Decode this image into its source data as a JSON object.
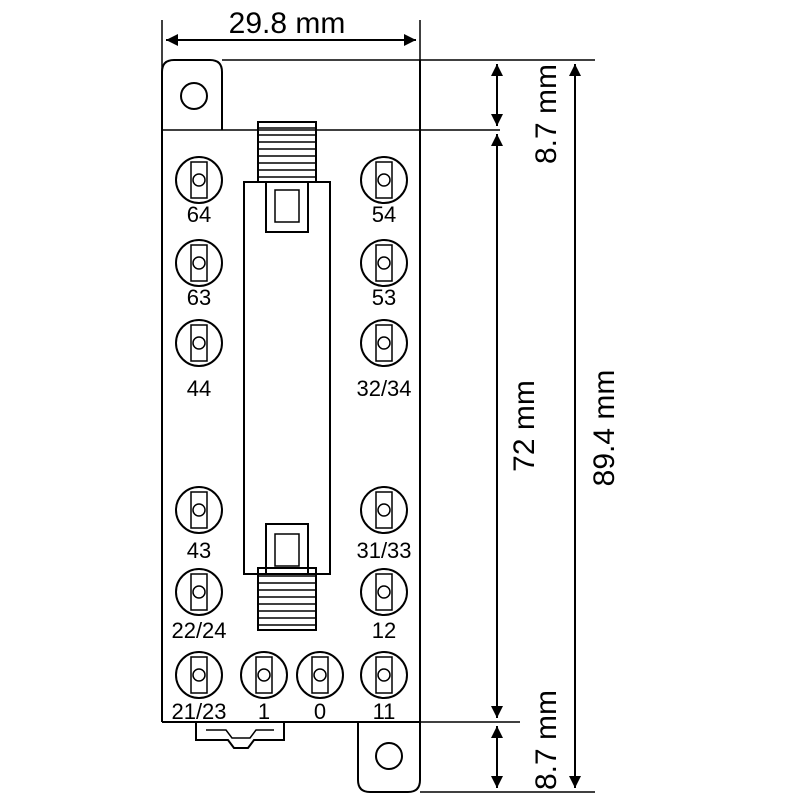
{
  "dimensions": {
    "width": "29.8 mm",
    "top_tab": "8.7 mm",
    "body": "72 mm",
    "overall": "89.4 mm",
    "bottom_tab": "8.7 mm"
  },
  "terminals": {
    "left_column": [
      "64",
      "63",
      "44",
      "43",
      "22/24",
      "21/23"
    ],
    "right_column": [
      "54",
      "53",
      "32/34",
      "31/33",
      "12",
      "11"
    ],
    "bottom_middle": [
      "1",
      "0"
    ]
  }
}
